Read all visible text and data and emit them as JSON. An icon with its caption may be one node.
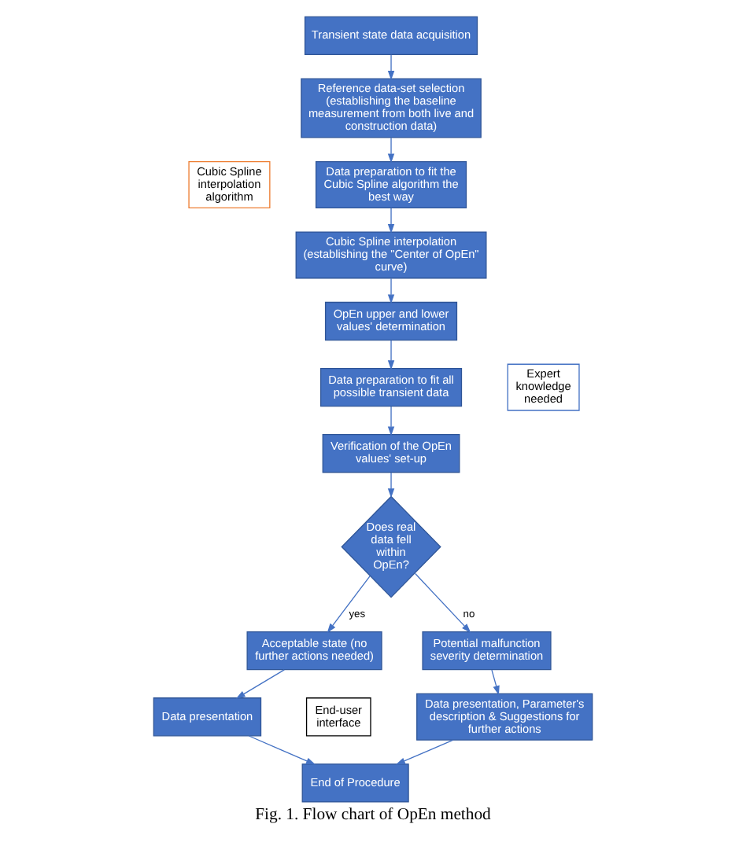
{
  "diagram": {
    "caption": "Fig. 1. Flow chart of OpEn method",
    "nodes": [
      {
        "text": [
          "Transient state data acquisition"
        ]
      },
      {
        "text": [
          "Reference data-set selection (establishing the baseline measurement from both live and construction data)"
        ]
      },
      {
        "text": [
          "Cubic Spline interpolation algorithm"
        ]
      },
      {
        "text": [
          "Data preparation to fit the Cubic Spline algorithm the best way"
        ]
      },
      {
        "text": [
          "Cubic Spline interpolation (establishing the \"Center of OpEn\" curve)"
        ]
      },
      {
        "text": [
          "OpEn upper and lower values' determination"
        ]
      },
      {
        "text": [
          "Data preparation to fit all possible transient data"
        ]
      },
      {
        "text": [
          "Expert knowledge needed"
        ]
      },
      {
        "text": [
          "Verification of the OpEn values' set-up"
        ]
      },
      {
        "text": [
          "Does real data fell within OpEn?"
        ]
      },
      {
        "text": [
          "Acceptable state (no further actions needed)"
        ]
      },
      {
        "text": [
          "Potential malfunction severity determination"
        ]
      },
      {
        "text": [
          "Data presentation"
        ]
      },
      {
        "text": [
          "End-user interface"
        ]
      },
      {
        "text": [
          "Data presentation, Parameter's description & Suggestions for further actions"
        ]
      },
      {
        "text": [
          "End of Procedure"
        ]
      }
    ],
    "edges": [
      {
        "from": 0,
        "to": 1,
        "arrow": "to"
      },
      {
        "from": 1,
        "to": 3,
        "arrow": "to"
      },
      {
        "from": 3,
        "to": 4,
        "arrow": "to"
      },
      {
        "from": 4,
        "to": 5,
        "arrow": "to"
      },
      {
        "from": 5,
        "to": 6,
        "arrow": "to"
      },
      {
        "from": 6,
        "to": 8,
        "arrow": "to"
      },
      {
        "from": 8,
        "to": 9,
        "arrow": "to"
      },
      {
        "from": 9,
        "to": 10,
        "label": "yes",
        "arrow": "to"
      },
      {
        "from": 9,
        "to": 11,
        "label": "no",
        "arrow": "to"
      },
      {
        "from": 10,
        "to": 12,
        "arrow": "to"
      },
      {
        "from": 11,
        "to": 14,
        "arrow": "to"
      },
      {
        "from": 12,
        "to": 15,
        "arrow": "to"
      },
      {
        "from": 14,
        "to": 15,
        "arrow": "to"
      }
    ]
  }
}
